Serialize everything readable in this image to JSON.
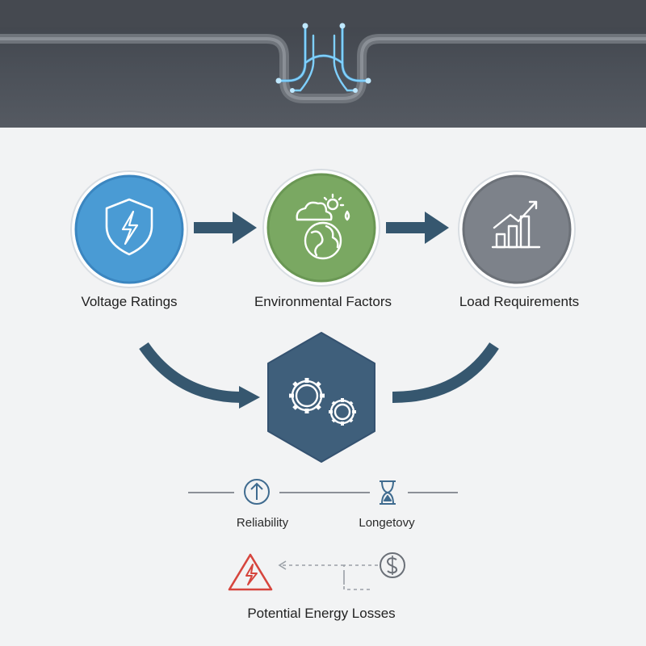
{
  "nodes": {
    "voltage": {
      "label": "Voltage Ratings",
      "icon": "shield-lightning-icon",
      "color": "#4a9bd4"
    },
    "environment": {
      "label": "Environmental Factors",
      "icon": "weather-globe-icon",
      "color": "#7aa862"
    },
    "load": {
      "label": "Load Requirements",
      "icon": "bar-chart-growth-icon",
      "color": "#7d828a"
    },
    "center": {
      "icon": "gears-icon",
      "color": "#3f5f7b"
    }
  },
  "outcomes": {
    "reliability": {
      "label": "Reliability",
      "icon": "arrow-up-circle-icon"
    },
    "longevity": {
      "label": "Longetovy",
      "icon": "hourglass-icon"
    },
    "losses": {
      "label": "Potential Energy Losses",
      "icon": "warning-lightning-icon",
      "secondary_icon": "dollar-coin-icon"
    }
  },
  "colors": {
    "arrow": "#36576f",
    "header": "#4b5058",
    "circuit": "#3fa6e6",
    "warning": "#d6453d"
  }
}
